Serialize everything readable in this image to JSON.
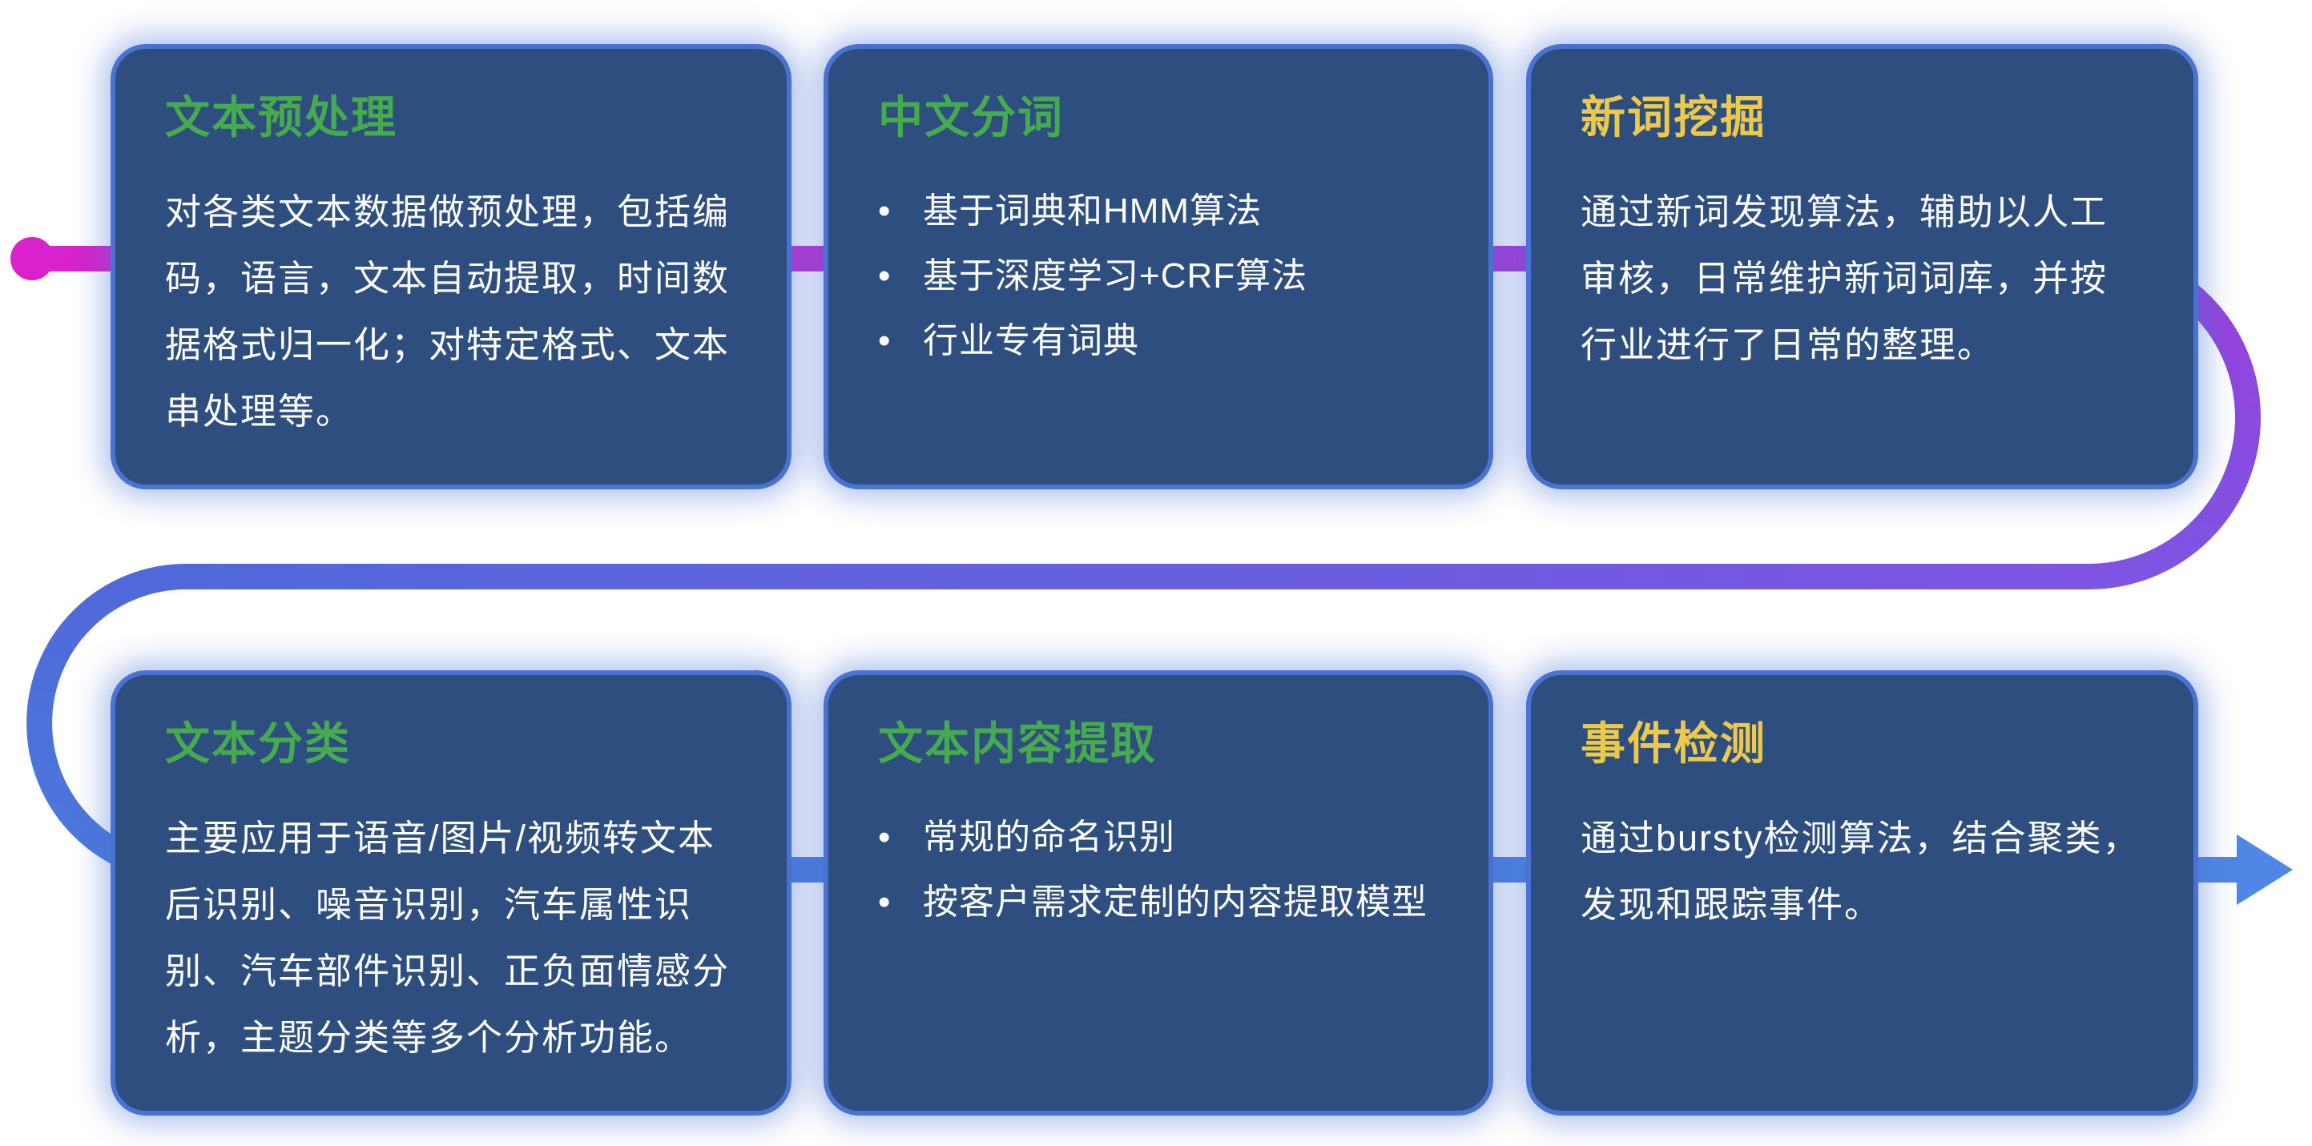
{
  "colors": {
    "background": "#ffffff",
    "card_background": "#2f4e80",
    "card_border_glow": "#4a72d2",
    "body_text": "#ffffff",
    "green_accent": "#46ab4f",
    "yellow_accent": "#ecc94b"
  },
  "flow": {
    "line_thickness": 32,
    "start_dot_color": "#d922cb",
    "gradient_top": {
      "from": "#d922cb",
      "to": "#9a3fdc"
    },
    "gradient_right_curve": {
      "from": "#9a3fdc",
      "to": "#7e55e2"
    },
    "gradient_middle": {
      "from": "#7e55e2",
      "to": "#5069d9"
    },
    "gradient_left_curve": {
      "from": "#5069d9",
      "to": "#4b79dc"
    },
    "gradient_bottom": {
      "from": "#4b79dc",
      "to": "#4e87e6"
    },
    "arrow_color": "#4e87e6"
  },
  "cards": [
    {
      "title": "文本预处理",
      "title_color": "#46ab4f",
      "body": "对各类文本数据做预处理，包括编码，语言，文本自动提取，时间数据格式归一化；对特定格式、文本串处理等。"
    },
    {
      "title": "中文分词",
      "title_color": "#46ab4f",
      "bullets": [
        "基于词典和HMM算法",
        "基于深度学习+CRF算法",
        "行业专有词典"
      ]
    },
    {
      "title": "新词挖掘",
      "title_color": "#ecc94b",
      "body": "通过新词发现算法，辅助以人工审核，日常维护新词词库，并按行业进行了日常的整理。"
    },
    {
      "title": "文本分类",
      "title_color": "#46ab4f",
      "body": "主要应用于语音/图片/视频转文本后识别、噪音识别，汽车属性识别、汽车部件识别、正负面情感分析，主题分类等多个分析功能。"
    },
    {
      "title": "文本内容提取",
      "title_color": "#46ab4f",
      "bullets": [
        "常规的命名识别",
        "按客户需求定制的内容提取模型"
      ]
    },
    {
      "title": "事件检测",
      "title_color": "#ecc94b",
      "body": "通过bursty检测算法，结合聚类，发现和跟踪事件。"
    }
  ]
}
